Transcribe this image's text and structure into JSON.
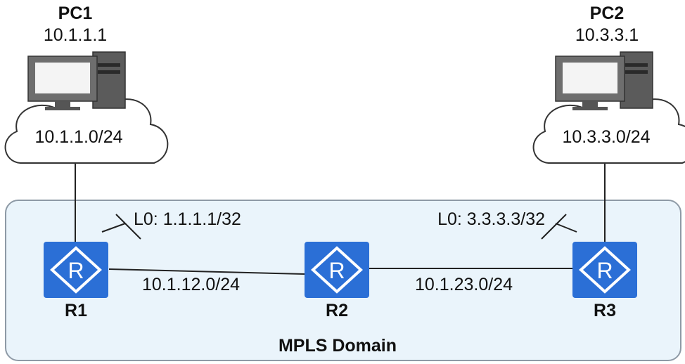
{
  "pc1": {
    "name": "PC1",
    "ip": "10.1.1.1",
    "subnet": "10.1.1.0/24"
  },
  "pc2": {
    "name": "PC2",
    "ip": "10.3.3.1",
    "subnet": "10.3.3.0/24"
  },
  "routers": {
    "r1": {
      "name": "R1",
      "loopback": "L0: 1.1.1.1/32"
    },
    "r2": {
      "name": "R2"
    },
    "r3": {
      "name": "R3",
      "loopback": "L0: 3.3.3.3/32"
    }
  },
  "links": {
    "r1_r2": "10.1.12.0/24",
    "r2_r3": "10.1.23.0/24"
  },
  "domain": {
    "label": "MPLS Domain"
  },
  "colors": {
    "router": "#2b6fd6",
    "domain_fill": "#eaf4fb",
    "domain_border": "#8e9aa6",
    "cloud_stroke": "#333333"
  }
}
